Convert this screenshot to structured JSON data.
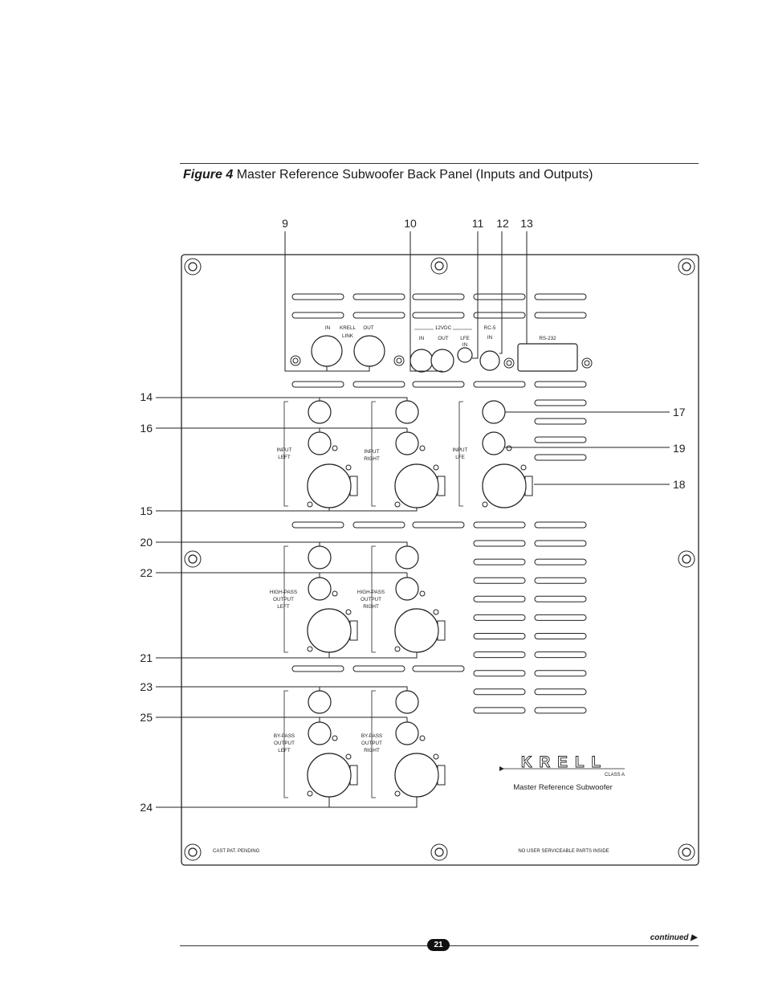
{
  "figure": {
    "label": "Figure 4",
    "title": "Master Reference Subwoofer Back Panel (Inputs and Outputs)"
  },
  "callouts": [
    "9",
    "10",
    "11",
    "12",
    "13",
    "14",
    "16",
    "15",
    "20",
    "22",
    "21",
    "23",
    "25",
    "24",
    "17",
    "19",
    "18"
  ],
  "panel": {
    "krell_link": {
      "in": "IN",
      "name": "KRELL",
      "out": "OUT",
      "sub": "LINK"
    },
    "dc12": {
      "title": "12VDC",
      "in": "IN",
      "out": "OUT"
    },
    "lfe_in": {
      "line1": "LFE",
      "line2": "IN"
    },
    "rc5": {
      "line1": "RC-5",
      "line2": "IN"
    },
    "rs232": "RS-232",
    "input_left": [
      "INPUT",
      "LEFT"
    ],
    "input_right": [
      "INPUT",
      "RIGHT"
    ],
    "input_lfe": [
      "INPUT",
      "LFE"
    ],
    "hp_left": [
      "HIGH-PASS",
      "OUTPUT",
      "LEFT"
    ],
    "hp_right": [
      "HIGH-PASS",
      "OUTPUT",
      "RIGHT"
    ],
    "bp_left": [
      "BY-PASS",
      "OUTPUT",
      "LEFT"
    ],
    "bp_right": [
      "BY-PASS",
      "OUTPUT",
      "RIGHT"
    ],
    "logo": "KRELL",
    "logo_sub": "CLASS A",
    "model": "Master Reference Subwoofer",
    "patent": "CAST PAT. PENDING",
    "warning": "NO USER SERVICEABLE PARTS INSIDE"
  },
  "footer": {
    "continued": "continued ▶",
    "page": "21"
  }
}
